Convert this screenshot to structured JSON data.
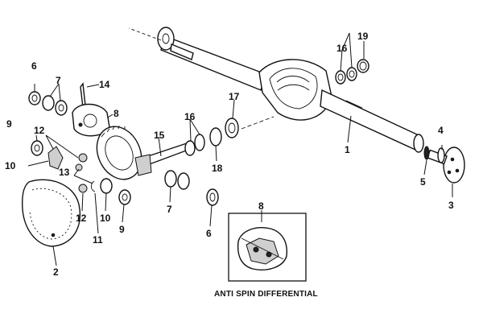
{
  "callouts": {
    "n1": "1",
    "n2": "2",
    "n3": "3",
    "n4": "4",
    "n5": "5",
    "n6a": "6",
    "n6b": "6",
    "n7a": "7",
    "n7b": "7",
    "n8a": "8",
    "n8b": "8",
    "n9a": "9",
    "n9b": "9",
    "n10a": "10",
    "n10b": "10",
    "n11": "11",
    "n12a": "12",
    "n12b": "12",
    "n13": "13",
    "n14": "14",
    "n15": "15",
    "n16a": "16",
    "n16b": "16",
    "n17": "17",
    "n18": "18",
    "n19": "19"
  },
  "inset_caption": "ANTI SPIN DIFFERENTIAL",
  "colors": {
    "ink": "#111111",
    "paper": "#ffffff"
  }
}
